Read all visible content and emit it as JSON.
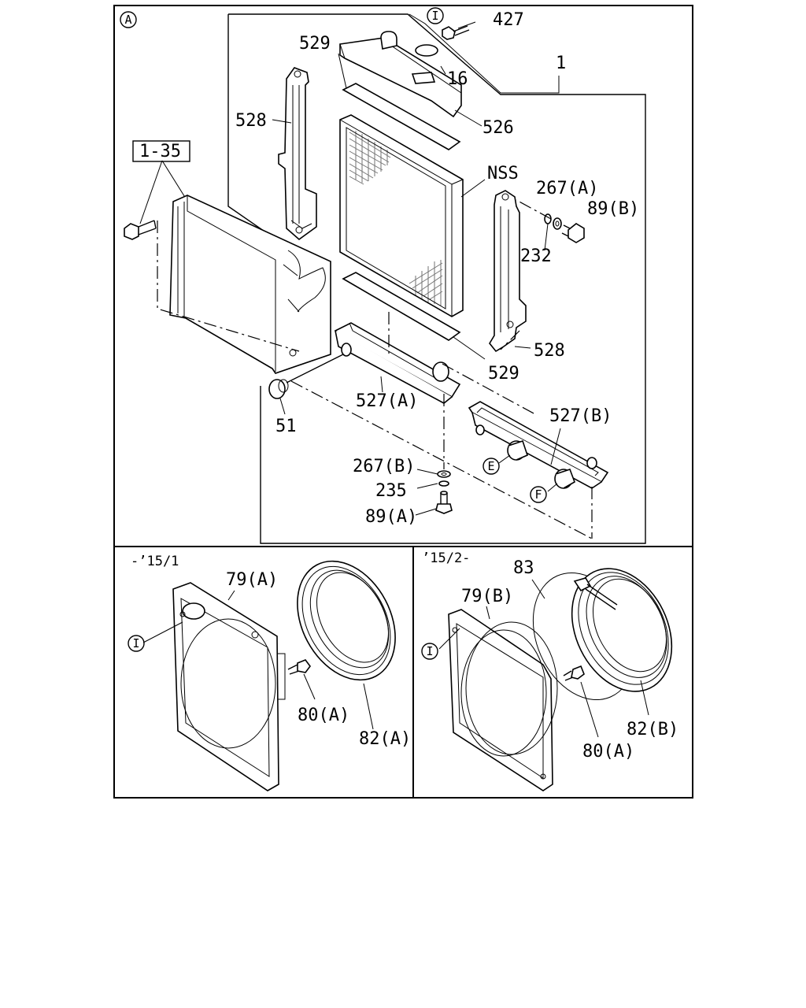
{
  "panels": {
    "main_marker": "A",
    "bottom_left_range": "-’15/1",
    "bottom_right_range": "’15/2-"
  },
  "labels": {
    "p427": "427",
    "p529_top": "529",
    "p16": "16",
    "p1": "1",
    "p528_left": "528",
    "p526": "526",
    "p1_35": "1-35",
    "nss": "NSS",
    "p267a": "267(A)",
    "p89b": "89(B)",
    "p232": "232",
    "p528_right": "528",
    "p529_bottom": "529",
    "p527a": "527(A)",
    "p51": "51",
    "p527b": "527(B)",
    "p267b": "267(B)",
    "p235": "235",
    "p89a": "89(A)",
    "p79a": "79(A)",
    "p80a_left": "80(A)",
    "p82a": "82(A)",
    "p83": "83",
    "p79b": "79(B)",
    "p80a_right": "80(A)",
    "p82b": "82(B)"
  },
  "markers": {
    "i_top": "I",
    "e": "E",
    "f": "F",
    "i_left": "I",
    "i_right": "I"
  }
}
